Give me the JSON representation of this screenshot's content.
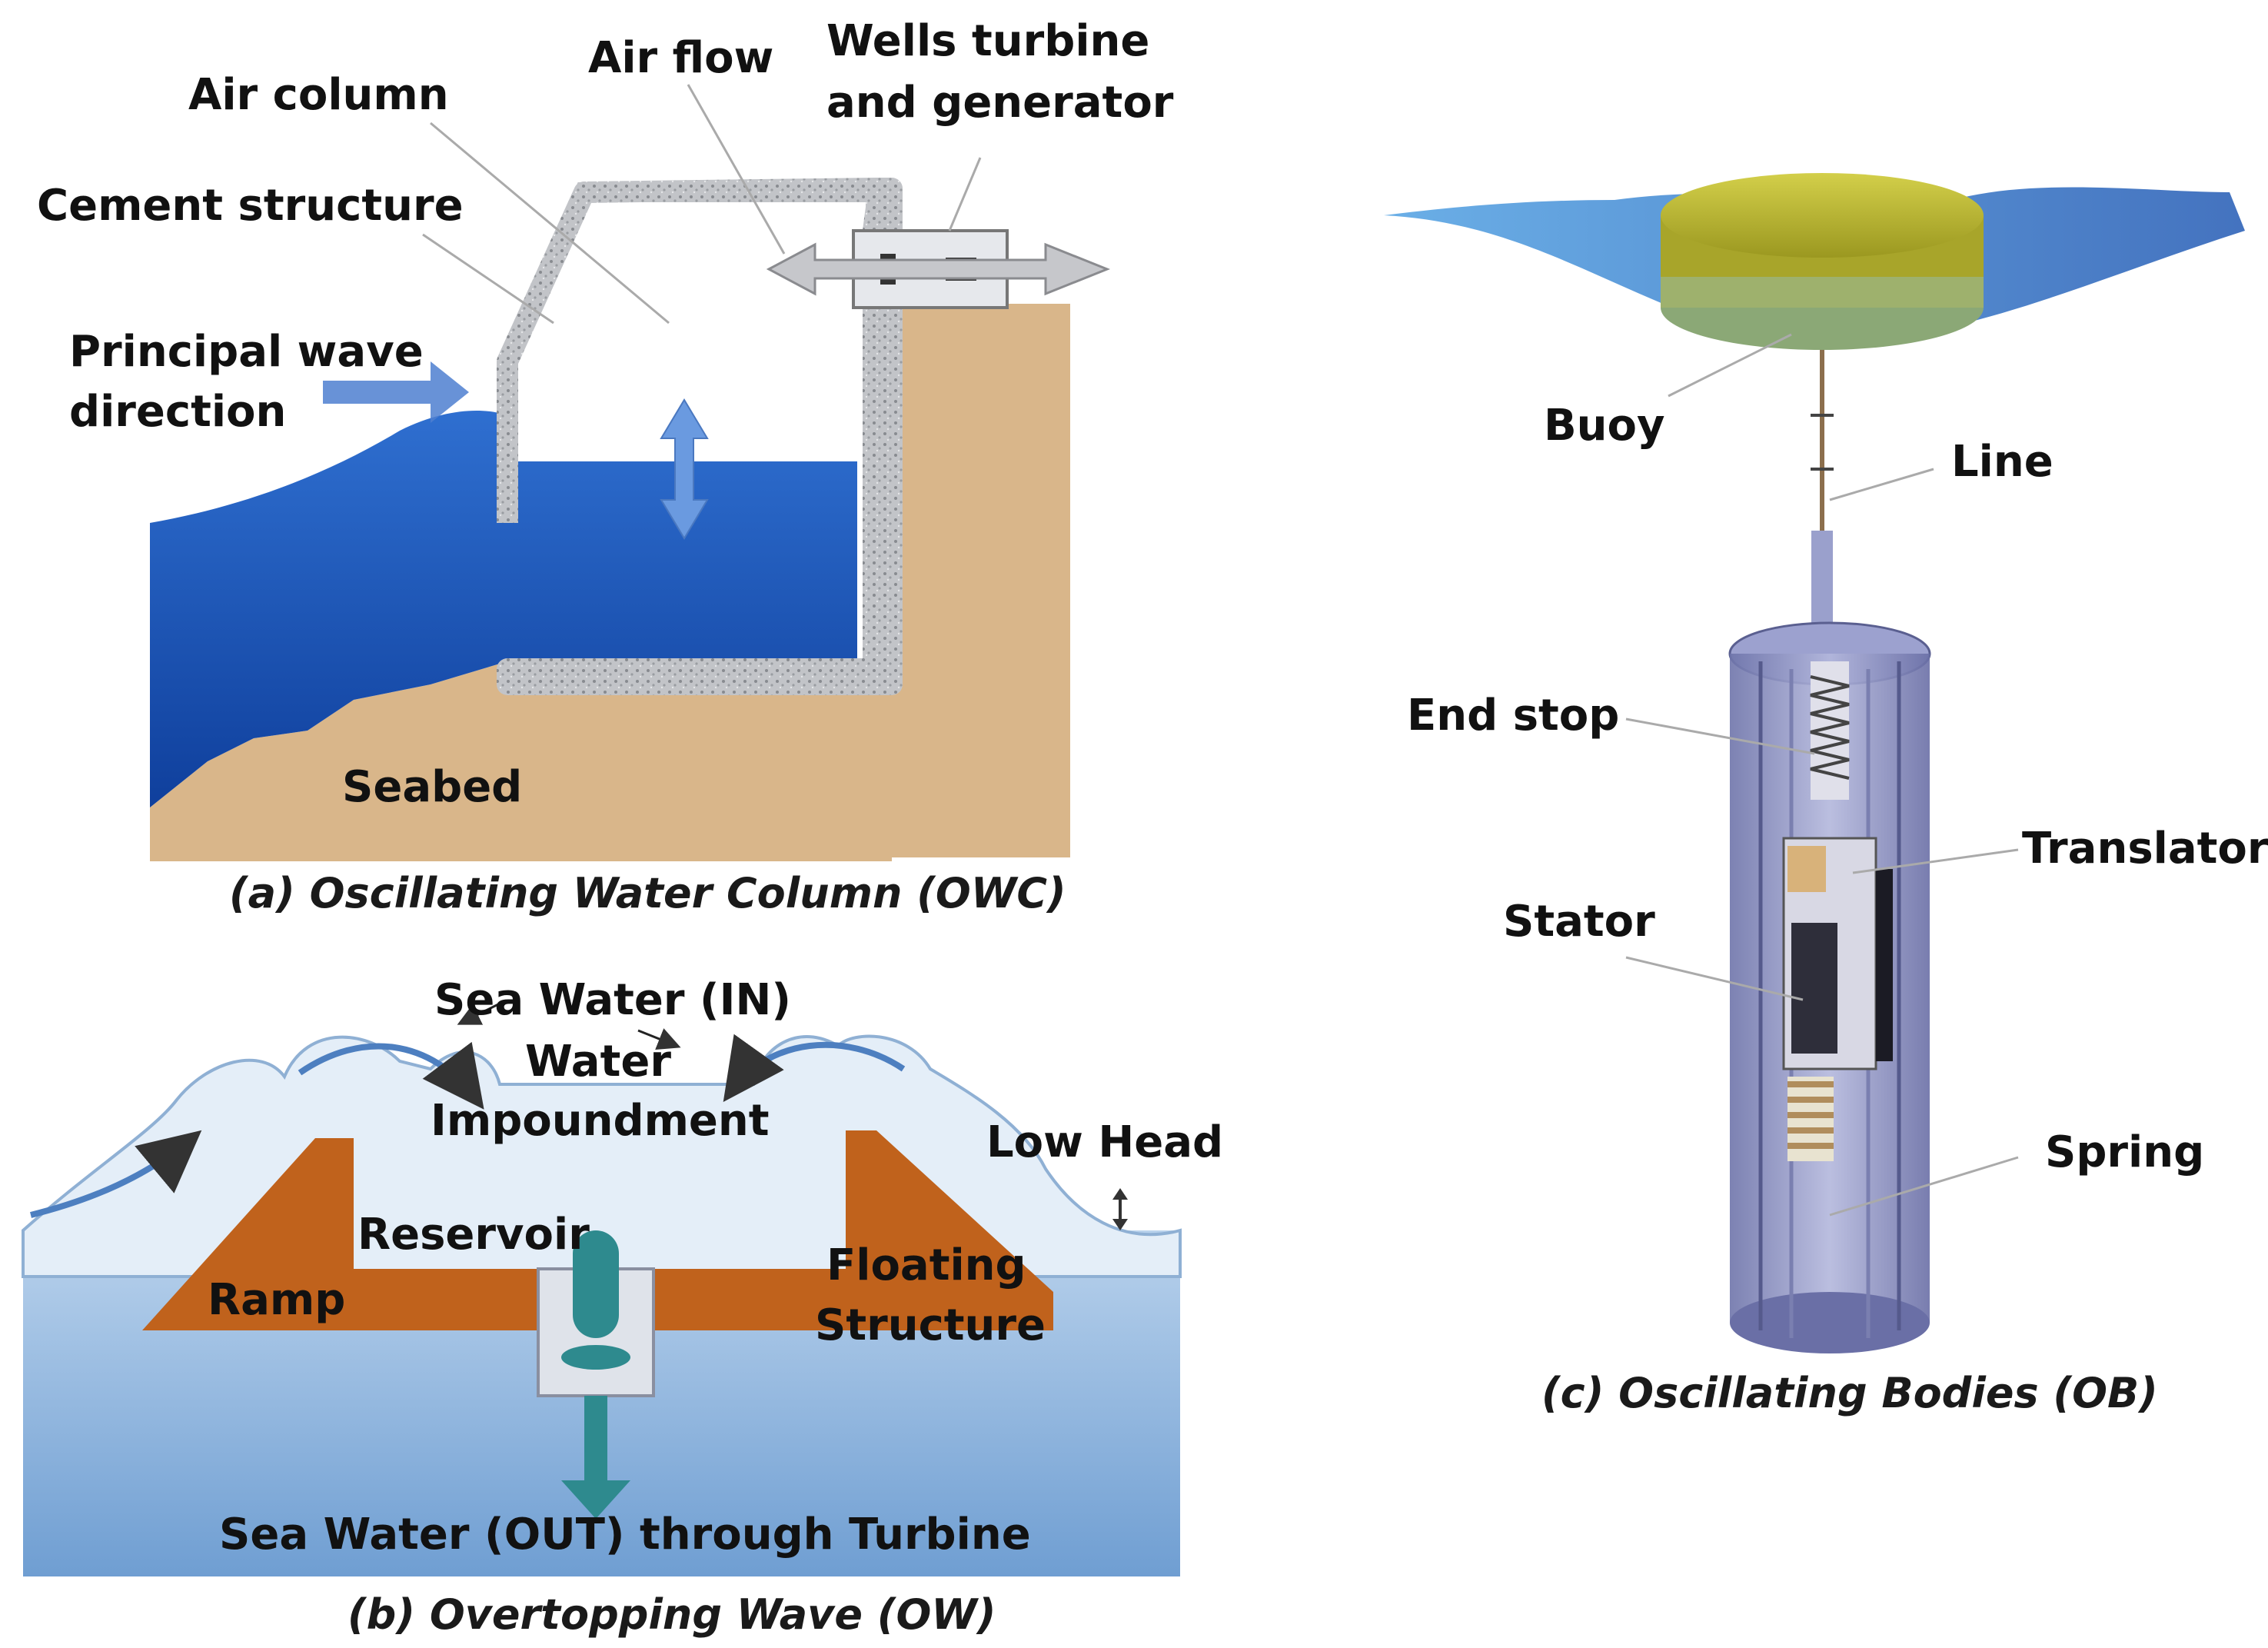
{
  "panel_a": {
    "caption": "(a) Oscillating Water Column (OWC)",
    "labels": {
      "air_column": "Air column",
      "air_flow": "Air flow",
      "wells_turbine_line1": "Wells turbine",
      "wells_turbine_line2": "and generator",
      "cement_structure": "Cement structure",
      "principal_wave_line1": "Principal wave",
      "principal_wave_line2": "direction",
      "seabed": "Seabed"
    }
  },
  "panel_b": {
    "caption": "(b) Overtopping Wave (OW)",
    "labels": {
      "sea_water_in": "Sea Water (IN)",
      "water_line1": "Water",
      "water_line2": "Impoundment",
      "low_head": "Low Head",
      "reservoir": "Reservoir",
      "ramp": "Ramp",
      "floating_line1": "Floating",
      "floating_line2": "Structure",
      "sea_water_out": "Sea Water (OUT) through Turbine"
    }
  },
  "panel_c": {
    "caption": "(c) Oscillating Bodies (OB)",
    "labels": {
      "buoy": "Buoy",
      "line": "Line",
      "end_stop": "End stop",
      "translator": "Translator",
      "stator": "Stator",
      "spring": "Spring"
    }
  },
  "colors": {
    "sea_deep": "#0f3f9c",
    "sea_light": "#2f6fd0",
    "sand": "#d9b68a",
    "concrete": "#b9bcc0",
    "structure_orange": "#c0621c",
    "turbine_teal": "#2e8a8e",
    "buoy_yellow": "#b8b52a",
    "cylinder_purple": "#8a8fbf"
  }
}
